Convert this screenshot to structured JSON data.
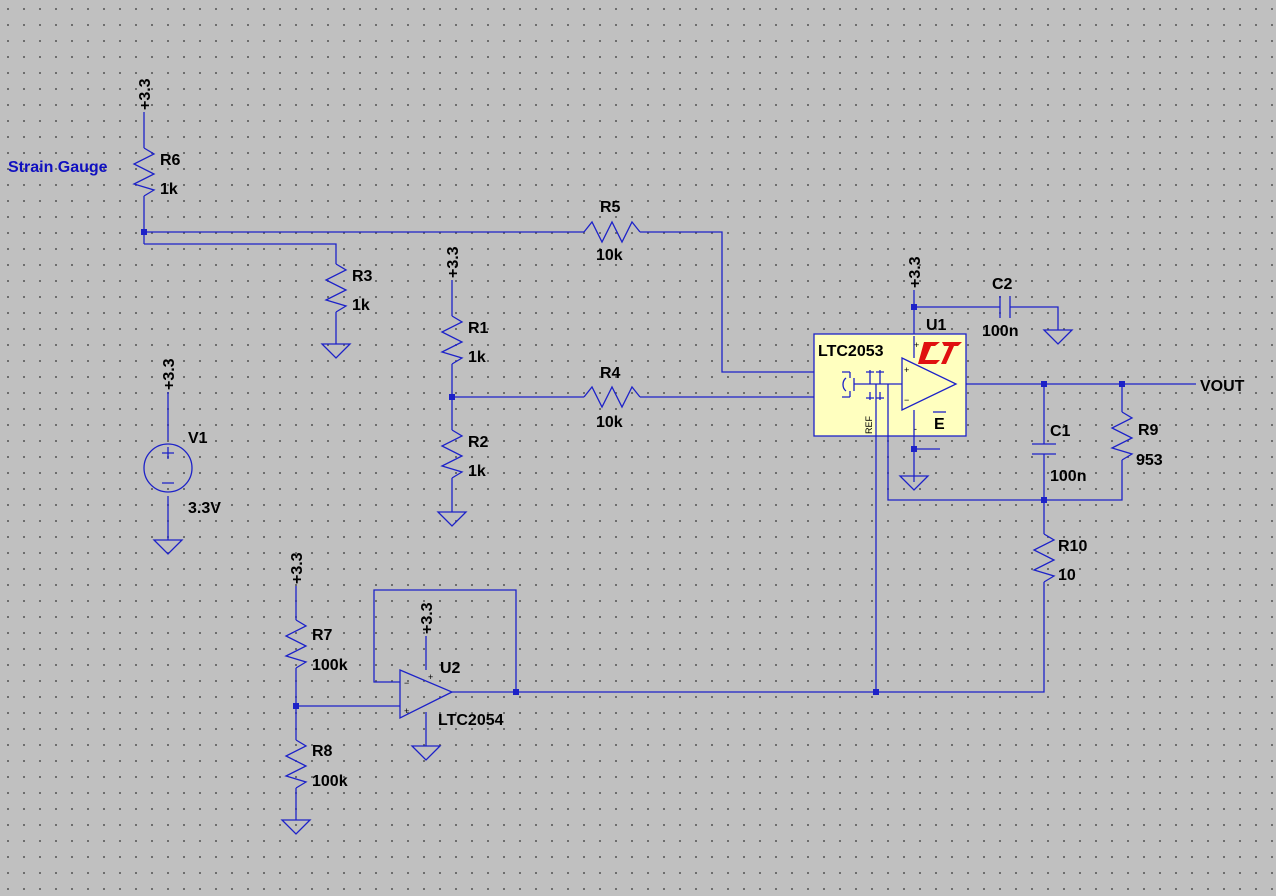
{
  "annotations": {
    "strain_gauge": "Strain Gauge"
  },
  "supply_label": "+3.3",
  "output_net": "VOUT",
  "components": {
    "R1": {
      "ref": "R1",
      "value": "1k"
    },
    "R2": {
      "ref": "R2",
      "value": "1k"
    },
    "R3": {
      "ref": "R3",
      "value": "1k"
    },
    "R4": {
      "ref": "R4",
      "value": "10k"
    },
    "R5": {
      "ref": "R5",
      "value": "10k"
    },
    "R6": {
      "ref": "R6",
      "value": "1k"
    },
    "R7": {
      "ref": "R7",
      "value": "100k"
    },
    "R8": {
      "ref": "R8",
      "value": "100k"
    },
    "R9": {
      "ref": "R9",
      "value": "953"
    },
    "R10": {
      "ref": "R10",
      "value": "10"
    },
    "C1": {
      "ref": "C1",
      "value": "100n"
    },
    "C2": {
      "ref": "C2",
      "value": "100n"
    },
    "V1": {
      "ref": "V1",
      "value": "3.3V"
    },
    "U1": {
      "ref": "U1",
      "part": "LTC2053",
      "pin_ref": "REF",
      "pin_enable": "E"
    },
    "U2": {
      "ref": "U2",
      "part": "LTC2054"
    }
  },
  "colors": {
    "wire": "#1d22c8",
    "background": "#c0c0c0",
    "chip_fill": "#ffffbf",
    "logo": "#e01010"
  }
}
